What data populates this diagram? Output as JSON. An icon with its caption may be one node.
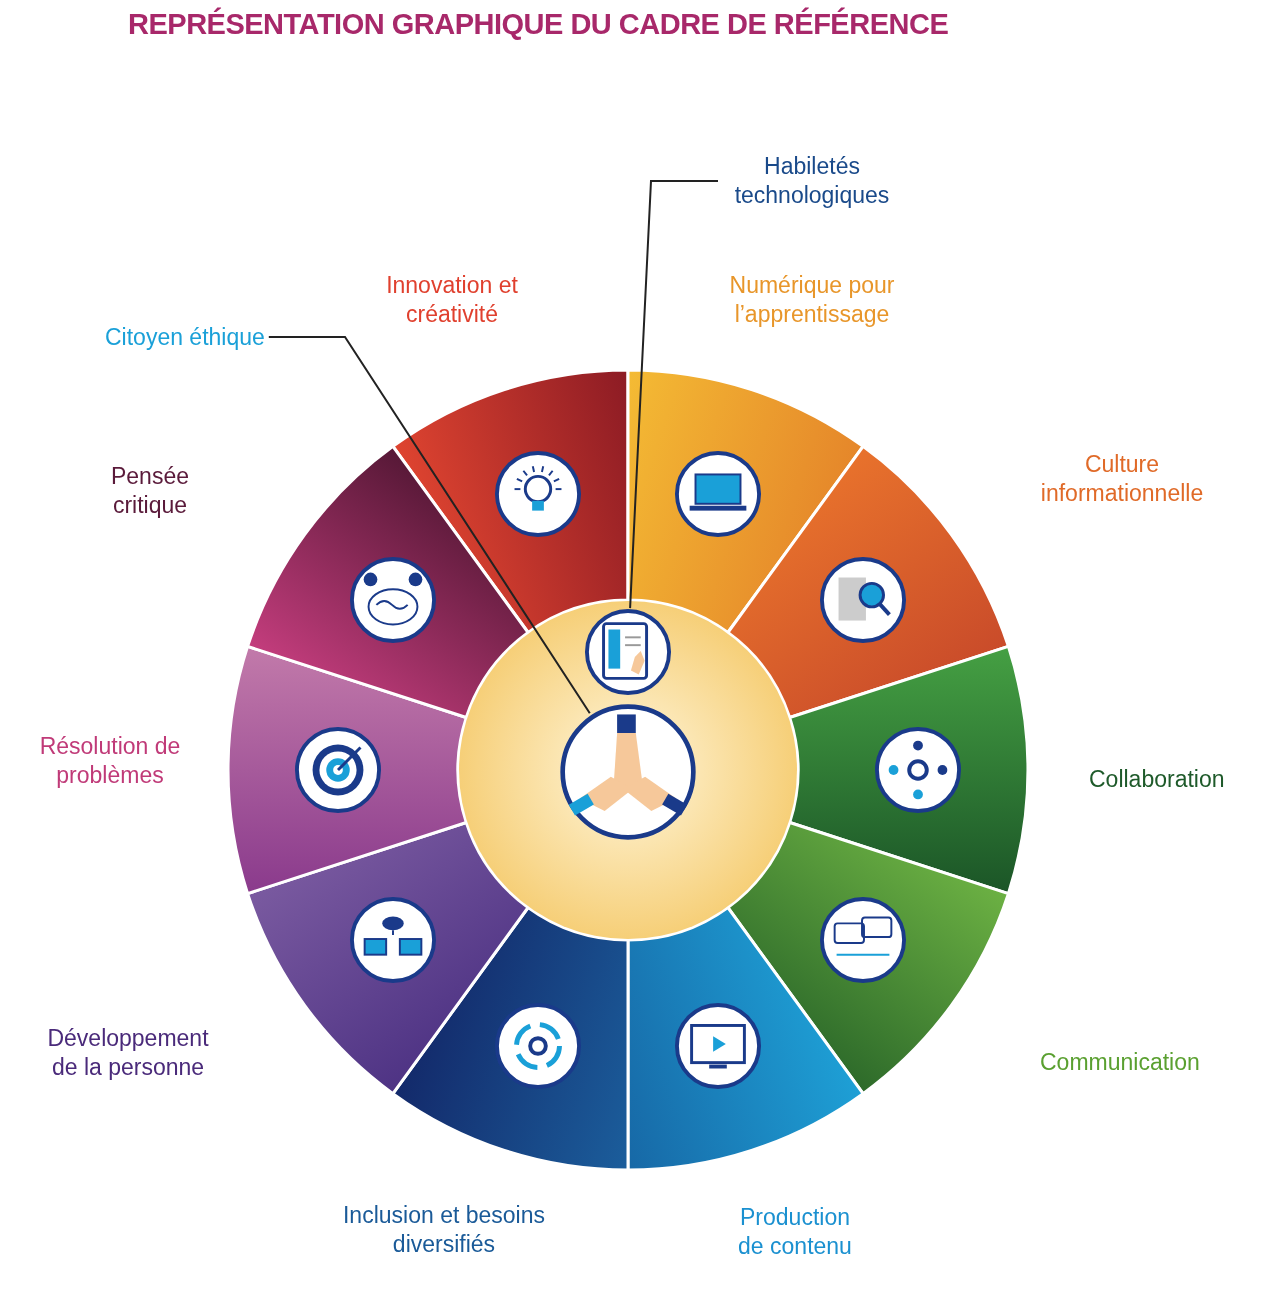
{
  "diagram": {
    "title": "REPRÉSENTATION GRAPHIQUE DU CADRE DE RÉFÉRENCE",
    "nodes": [
      {
        "text": [
          "Innovation et créativité"
        ]
      },
      {
        "text": [
          "Numérique pour l’apprentissage"
        ]
      },
      {
        "text": [
          "Culture informationnelle"
        ]
      },
      {
        "text": [
          "Collaboration"
        ]
      },
      {
        "text": [
          "Communication"
        ]
      },
      {
        "text": [
          "Production de contenu"
        ]
      },
      {
        "text": [
          "Inclusion et besoins diversifiés"
        ]
      },
      {
        "text": [
          "Développement de la personne"
        ]
      },
      {
        "text": [
          "Résolution de problèmes"
        ]
      },
      {
        "text": [
          "Pensée critique"
        ]
      },
      {
        "text": [],
        "shape": "circle"
      },
      {
        "text": [
          "Citoyen éthique"
        ]
      },
      {
        "text": [],
        "shape": "picture",
        "in": 10
      },
      {
        "text": [
          "Habiletés technologiques"
        ]
      },
      {
        "text": [],
        "shape": "picture",
        "in": 10
      }
    ],
    "edges": [
      {
        "from": 11,
        "to": 14,
        "arrow": "none"
      },
      {
        "from": 13,
        "to": 12,
        "arrow": "none"
      }
    ]
  }
}
